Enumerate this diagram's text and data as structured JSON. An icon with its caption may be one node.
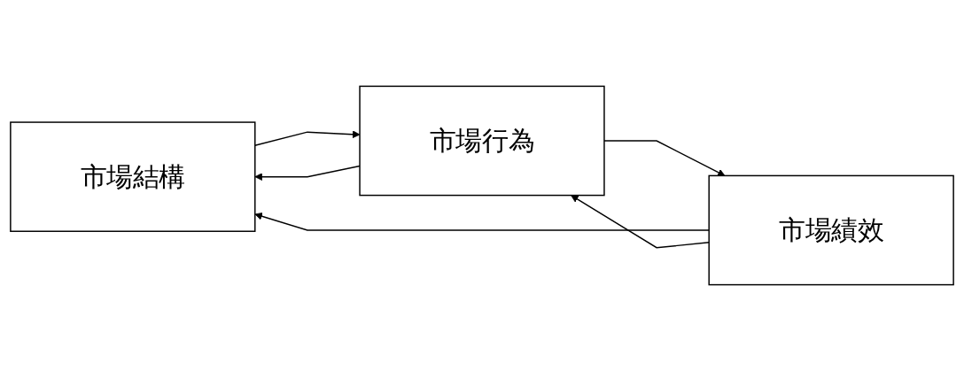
{
  "diagram": {
    "nodes": [
      {
        "text": [
          "市場結構"
        ]
      },
      {
        "text": [
          "市場行為"
        ]
      },
      {
        "text": [
          "市場績效"
        ]
      }
    ],
    "edges": [
      {
        "from": 0,
        "to": 1,
        "arrow": "to"
      },
      {
        "from": 1,
        "to": 2,
        "arrow": "to"
      },
      {
        "from": 2,
        "to": 0,
        "arrow": "to"
      },
      {
        "from": 1,
        "to": 0,
        "arrow": "to"
      },
      {
        "from": 2,
        "to": 1,
        "arrow": "to"
      }
    ]
  }
}
